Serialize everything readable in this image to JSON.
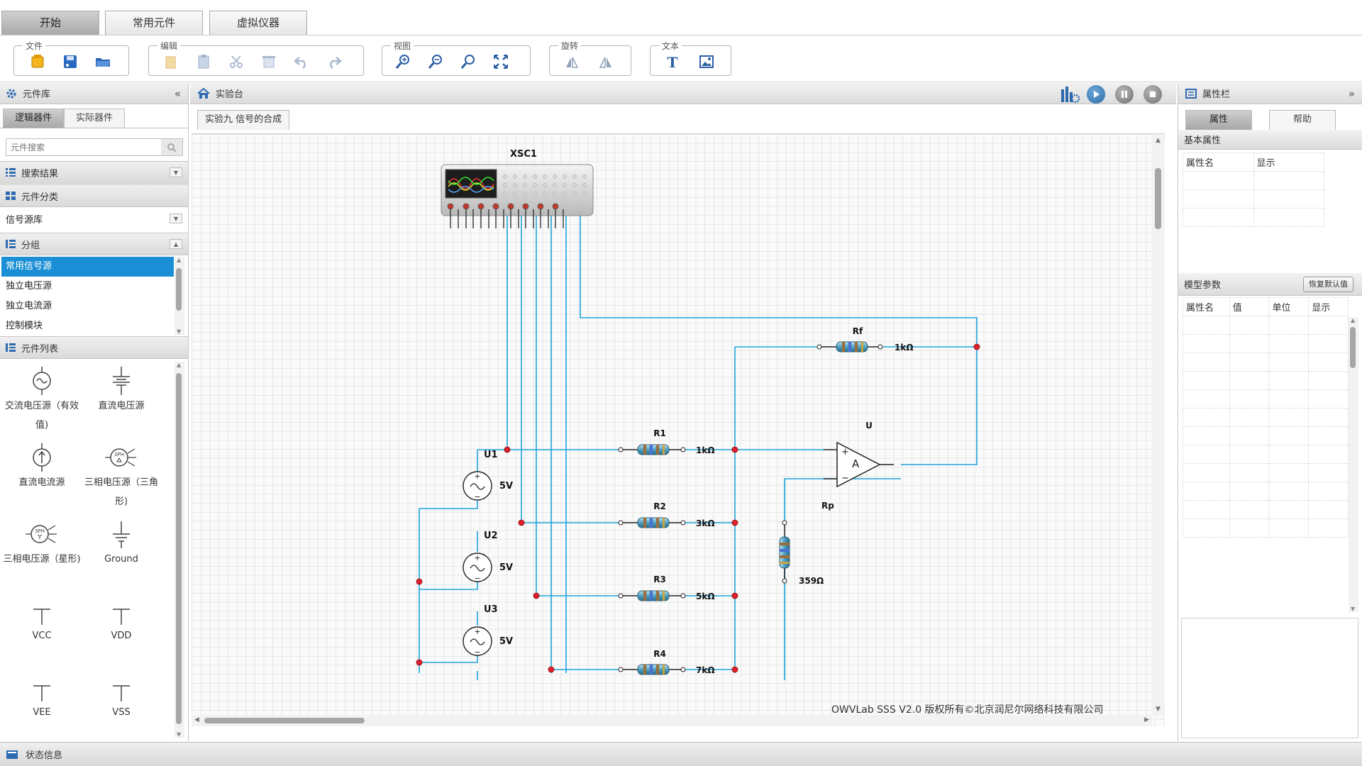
{
  "top_tabs": [
    {
      "label": "开始",
      "active": true
    },
    {
      "label": "常用元件",
      "active": false
    },
    {
      "label": "虚拟仪器",
      "active": false
    }
  ],
  "toolbar": {
    "groups": [
      {
        "label": "文件",
        "buttons": [
          "new-file-icon",
          "save-icon",
          "open-folder-icon"
        ]
      },
      {
        "label": "编辑",
        "buttons": [
          "copy-icon",
          "paste-icon",
          "cut-icon",
          "delete-icon",
          "undo-icon",
          "redo-icon"
        ]
      },
      {
        "label": "视图",
        "buttons": [
          "zoom-in-icon",
          "zoom-out-icon",
          "zoom-reset-icon",
          "fit-screen-icon"
        ]
      },
      {
        "label": "旋转",
        "buttons": [
          "rotate-left-icon",
          "rotate-right-icon"
        ]
      },
      {
        "label": "文本",
        "buttons": [
          "text-icon",
          "image-icon"
        ]
      }
    ]
  },
  "left_panel": {
    "title": "元件库",
    "collapse_glyph": "«",
    "tabs": [
      {
        "label": "逻辑器件",
        "active": true
      },
      {
        "label": "实际器件",
        "active": false
      }
    ],
    "search_placeholder": "元件搜索",
    "sections": {
      "search_results": "搜索结果",
      "category": "元件分类",
      "group": "分组",
      "component_list": "元件列表"
    },
    "category_value": "信号源库",
    "groups": [
      {
        "label": "常用信号源",
        "selected": true
      },
      {
        "label": "独立电压源",
        "selected": false
      },
      {
        "label": "独立电流源",
        "selected": false
      },
      {
        "label": "控制模块",
        "selected": false
      }
    ],
    "components": [
      {
        "label": "交流电压源（有效值)",
        "icon": "ac-voltage-source-icon"
      },
      {
        "label": "直流电压源",
        "icon": "dc-voltage-source-icon"
      },
      {
        "label": "直流电流源",
        "icon": "dc-current-source-icon"
      },
      {
        "label": "三相电压源（三角形)",
        "icon": "three-phase-delta-icon"
      },
      {
        "label": "三相电压源（星形)",
        "icon": "three-phase-star-icon"
      },
      {
        "label": "Ground",
        "icon": "ground-icon"
      },
      {
        "label": "VCC",
        "icon": "vcc-icon"
      },
      {
        "label": "VDD",
        "icon": "vdd-icon"
      },
      {
        "label": "VEE",
        "icon": "vee-icon"
      },
      {
        "label": "VSS",
        "icon": "vss-icon"
      }
    ]
  },
  "center": {
    "title": "实验台",
    "doc_tab": "实验九 信号的合成",
    "copyright": "OWVLab SSS V2.0 版权所有©北京润尼尔网络科技有限公司"
  },
  "circuit": {
    "oscilloscope": {
      "label": "XSC1"
    },
    "sources": [
      {
        "name": "U1",
        "value": "5V"
      },
      {
        "name": "U2",
        "value": "5V"
      },
      {
        "name": "U3",
        "value": "5V"
      }
    ],
    "resistors": [
      {
        "name": "R1",
        "value": "1kΩ"
      },
      {
        "name": "R2",
        "value": "3kΩ"
      },
      {
        "name": "R3",
        "value": "5kΩ"
      },
      {
        "name": "R4",
        "value": "7kΩ"
      },
      {
        "name": "Rf",
        "value": "1kΩ"
      },
      {
        "name": "Rp",
        "value": "359Ω"
      }
    ],
    "opamp": {
      "name": "U",
      "symbol": "A",
      "plus": "+",
      "minus": "−"
    },
    "colors": {
      "wire": "#1ea3dc",
      "node": "#e0202a"
    }
  },
  "right_panel": {
    "title": "属性栏",
    "collapse_glyph": "»",
    "tabs": [
      {
        "label": "属性",
        "active": true
      },
      {
        "label": "帮助",
        "active": false
      }
    ],
    "basic_section": "基本属性",
    "basic_columns": [
      "属性名",
      "显示"
    ],
    "model_section": "模型参数",
    "reset_button": "恢复默认值",
    "model_columns": [
      "属性名",
      "值",
      "单位",
      "显示"
    ]
  },
  "status_bar": {
    "label": "状态信息"
  }
}
